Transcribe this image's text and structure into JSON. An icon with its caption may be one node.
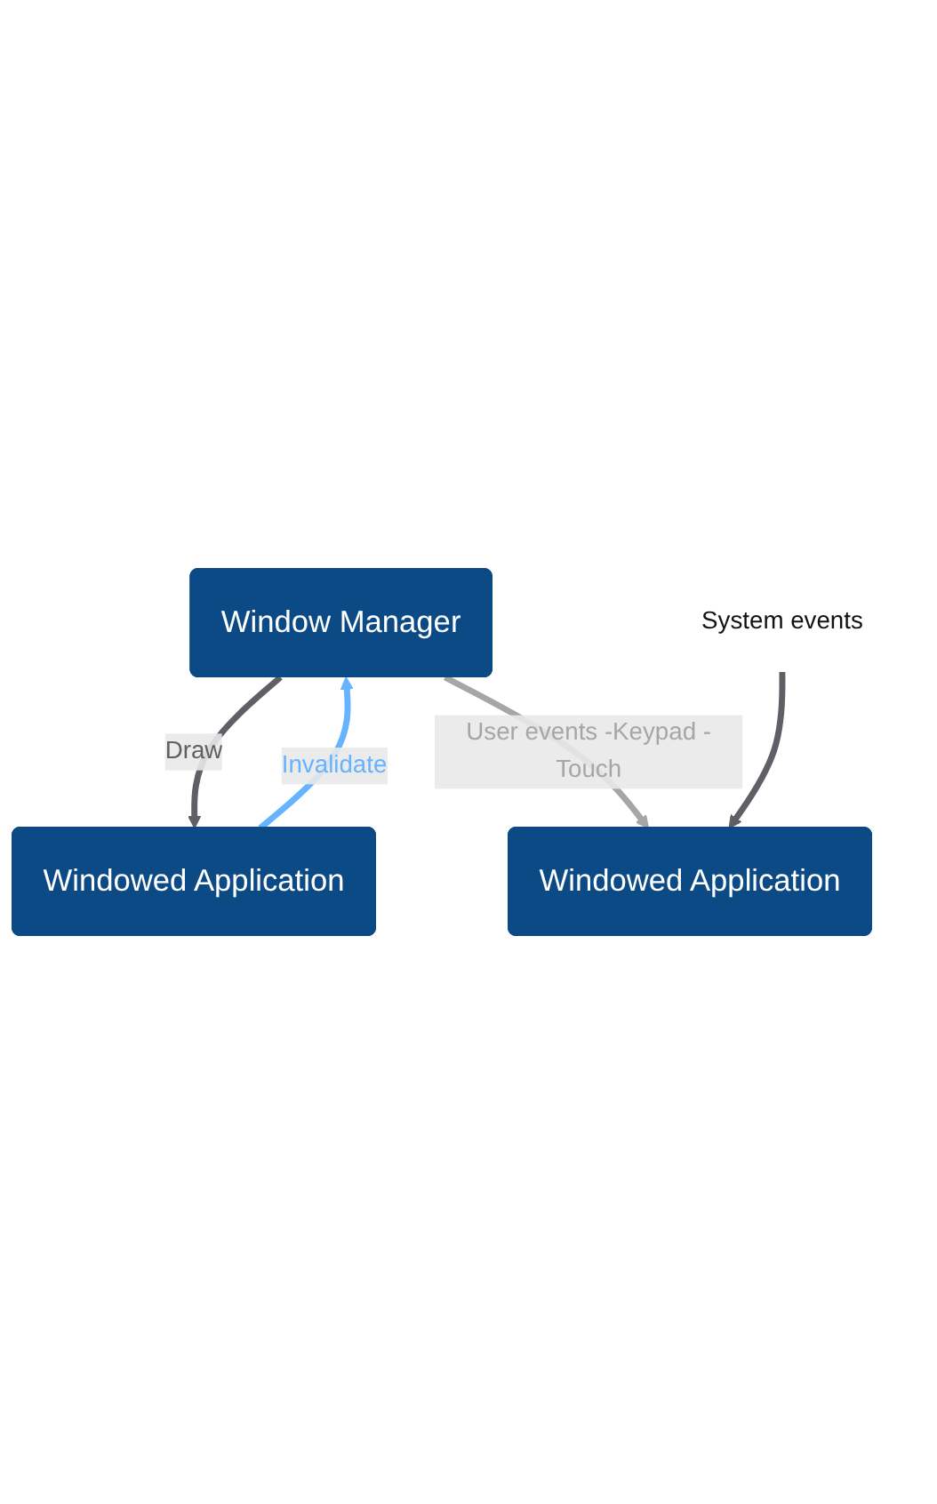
{
  "diagram": {
    "nodes": [
      {
        "text": [
          "Window Manager"
        ]
      },
      {
        "text": [
          "Windowed Application"
        ]
      },
      {
        "text": [
          "Windowed Application"
        ]
      },
      {
        "text": [
          "System events"
        ]
      }
    ],
    "edges": [
      {
        "from": 1,
        "to": 0,
        "arrow": "to",
        "label": "Invalidate",
        "color": "#66b3ff"
      },
      {
        "from": 0,
        "to": 1,
        "arrow": "to",
        "label": "Draw",
        "color": "#5f6065"
      },
      {
        "from": 0,
        "to": 2,
        "arrow": "to",
        "label": "User events -Keypad -Touch",
        "color": "#a6a6a6"
      },
      {
        "from": 3,
        "to": 2,
        "arrow": "to",
        "color": "#5f6065"
      }
    ]
  }
}
